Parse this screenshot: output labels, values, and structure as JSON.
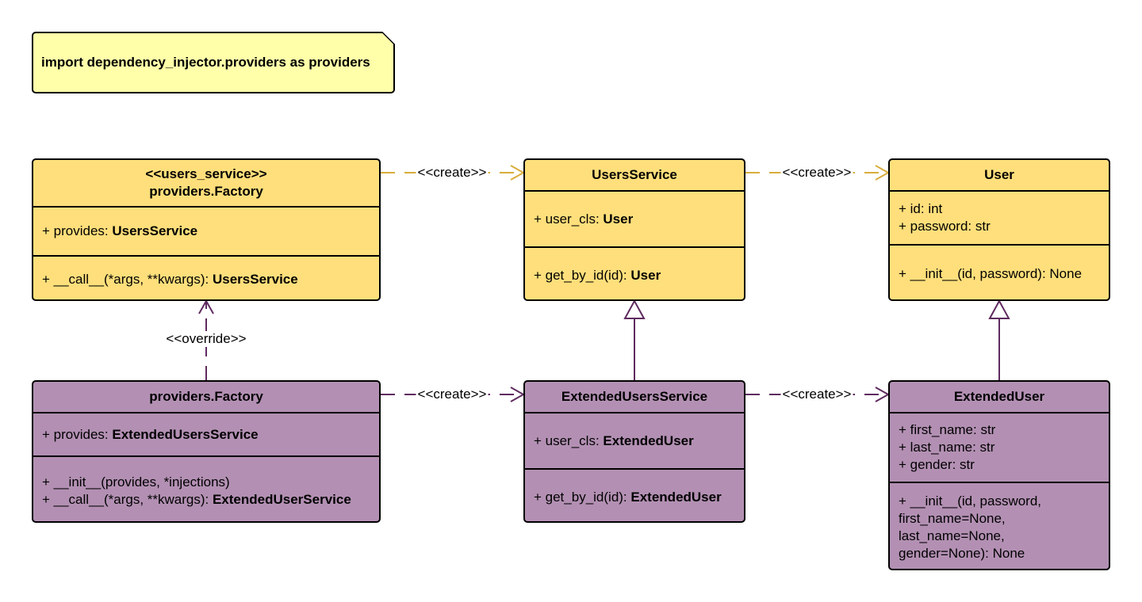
{
  "note": {
    "text": "import dependency_injector.providers as providers"
  },
  "colors": {
    "yellow": "#ffdf7b",
    "purple": "#b390b3",
    "gold_arrow": "#d9ad3c",
    "purple_arrow": "#5e2a5e"
  },
  "classes": [
    {
      "id": "users-service-provider",
      "color": "yellow",
      "header": [
        "<<users_service>>",
        "providers.Factory"
      ],
      "sections": [
        [
          [
            {
              "t": "+ provides: "
            },
            {
              "t": "UsersService",
              "b": true
            }
          ]
        ],
        [
          [
            {
              "t": "+ __call__(*args, **kwargs): "
            },
            {
              "t": "UsersService",
              "b": true
            }
          ]
        ]
      ]
    },
    {
      "id": "users-service",
      "color": "yellow",
      "header": [
        "UsersService"
      ],
      "sections": [
        [
          [
            {
              "t": "+ user_cls: "
            },
            {
              "t": "User",
              "b": true
            }
          ]
        ],
        [
          [
            {
              "t": "+ get_by_id(id): "
            },
            {
              "t": "User",
              "b": true
            }
          ]
        ]
      ]
    },
    {
      "id": "user",
      "color": "yellow",
      "header": [
        "User"
      ],
      "sections": [
        [
          [
            {
              "t": "+ id: int"
            }
          ],
          [
            {
              "t": "+ password: str"
            }
          ]
        ],
        [
          [
            {
              "t": "+ __init__(id, password): None"
            }
          ]
        ]
      ]
    },
    {
      "id": "extended-provider",
      "color": "purple",
      "header": [
        "providers.Factory"
      ],
      "sections": [
        [
          [
            {
              "t": "+ provides: "
            },
            {
              "t": "ExtendedUsersService",
              "b": true
            }
          ]
        ],
        [
          [
            {
              "t": "+ __init__(provides, *injections)"
            }
          ],
          [
            {
              "t": "+ __call__(*args, **kwargs): "
            },
            {
              "t": "ExtendedUserService",
              "b": true
            }
          ]
        ]
      ]
    },
    {
      "id": "extended-users-service",
      "color": "purple",
      "header": [
        "ExtendedUsersService"
      ],
      "sections": [
        [
          [
            {
              "t": "+ user_cls: "
            },
            {
              "t": "ExtendedUser",
              "b": true
            }
          ]
        ],
        [
          [
            {
              "t": "+ get_by_id(id): "
            },
            {
              "t": "ExtendedUser",
              "b": true
            }
          ]
        ]
      ]
    },
    {
      "id": "extended-user",
      "color": "purple",
      "header": [
        "ExtendedUser"
      ],
      "sections": [
        [
          [
            {
              "t": "+ first_name: str"
            }
          ],
          [
            {
              "t": "+ last_name: str"
            }
          ],
          [
            {
              "t": "+ gender: str"
            }
          ]
        ],
        [
          [
            {
              "t": "+ __init__(id, password,"
            }
          ],
          [
            {
              "t": "first_name=None,"
            }
          ],
          [
            {
              "t": "last_name=None,"
            }
          ],
          [
            {
              "t": "gender=None): None"
            }
          ]
        ]
      ]
    }
  ],
  "relations": [
    {
      "id": "create-1",
      "type": "dependency",
      "from": "users-service-provider",
      "to": "users-service",
      "label": "<<create>>",
      "color": "gold_arrow"
    },
    {
      "id": "create-2",
      "type": "dependency",
      "from": "users-service",
      "to": "user",
      "label": "<<create>>",
      "color": "gold_arrow"
    },
    {
      "id": "create-3",
      "type": "dependency",
      "from": "extended-provider",
      "to": "extended-users-service",
      "label": "<<create>>",
      "color": "purple_arrow"
    },
    {
      "id": "create-4",
      "type": "dependency",
      "from": "extended-users-service",
      "to": "extended-user",
      "label": "<<create>>",
      "color": "purple_arrow"
    },
    {
      "id": "override",
      "type": "dependency",
      "from": "extended-provider",
      "to": "users-service-provider",
      "label": "<<override>>",
      "color": "purple_arrow"
    },
    {
      "id": "inherit-1",
      "type": "generalization",
      "from": "extended-users-service",
      "to": "users-service",
      "label": "",
      "color": "purple_arrow"
    },
    {
      "id": "inherit-2",
      "type": "generalization",
      "from": "extended-user",
      "to": "user",
      "label": "",
      "color": "purple_arrow"
    }
  ]
}
